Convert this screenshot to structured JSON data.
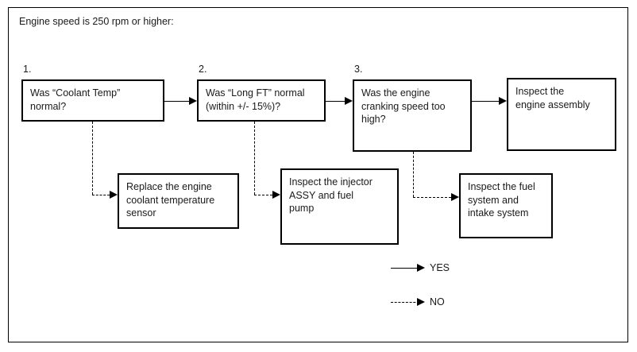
{
  "diagram": {
    "title": "Engine speed is 250 rpm or higher:",
    "nodes": [
      {
        "id": "q1",
        "number": "1.",
        "text": "Was “Coolant Temp”\nnormal?"
      },
      {
        "id": "q2",
        "number": "2.",
        "text": "Was “Long FT” normal\n(within +/- 15%)?"
      },
      {
        "id": "q3",
        "number": "3.",
        "text": "Was the engine\ncranking speed too\nhigh?"
      },
      {
        "id": "r_engine",
        "number": "",
        "text": "Inspect the\nengine assembly"
      },
      {
        "id": "r_coolant",
        "number": "",
        "text": "Replace the engine\ncoolant temperature\nsensor"
      },
      {
        "id": "r_injector",
        "number": "",
        "text": "Inspect the injector\nASSY and fuel\npump"
      },
      {
        "id": "r_fuel",
        "number": "",
        "text": "Inspect the fuel\nsystem and\nintake system"
      }
    ],
    "legend": [
      {
        "key": "yes",
        "label": "YES",
        "style": "solid"
      },
      {
        "key": "no",
        "label": "NO",
        "style": "dashed"
      }
    ]
  }
}
